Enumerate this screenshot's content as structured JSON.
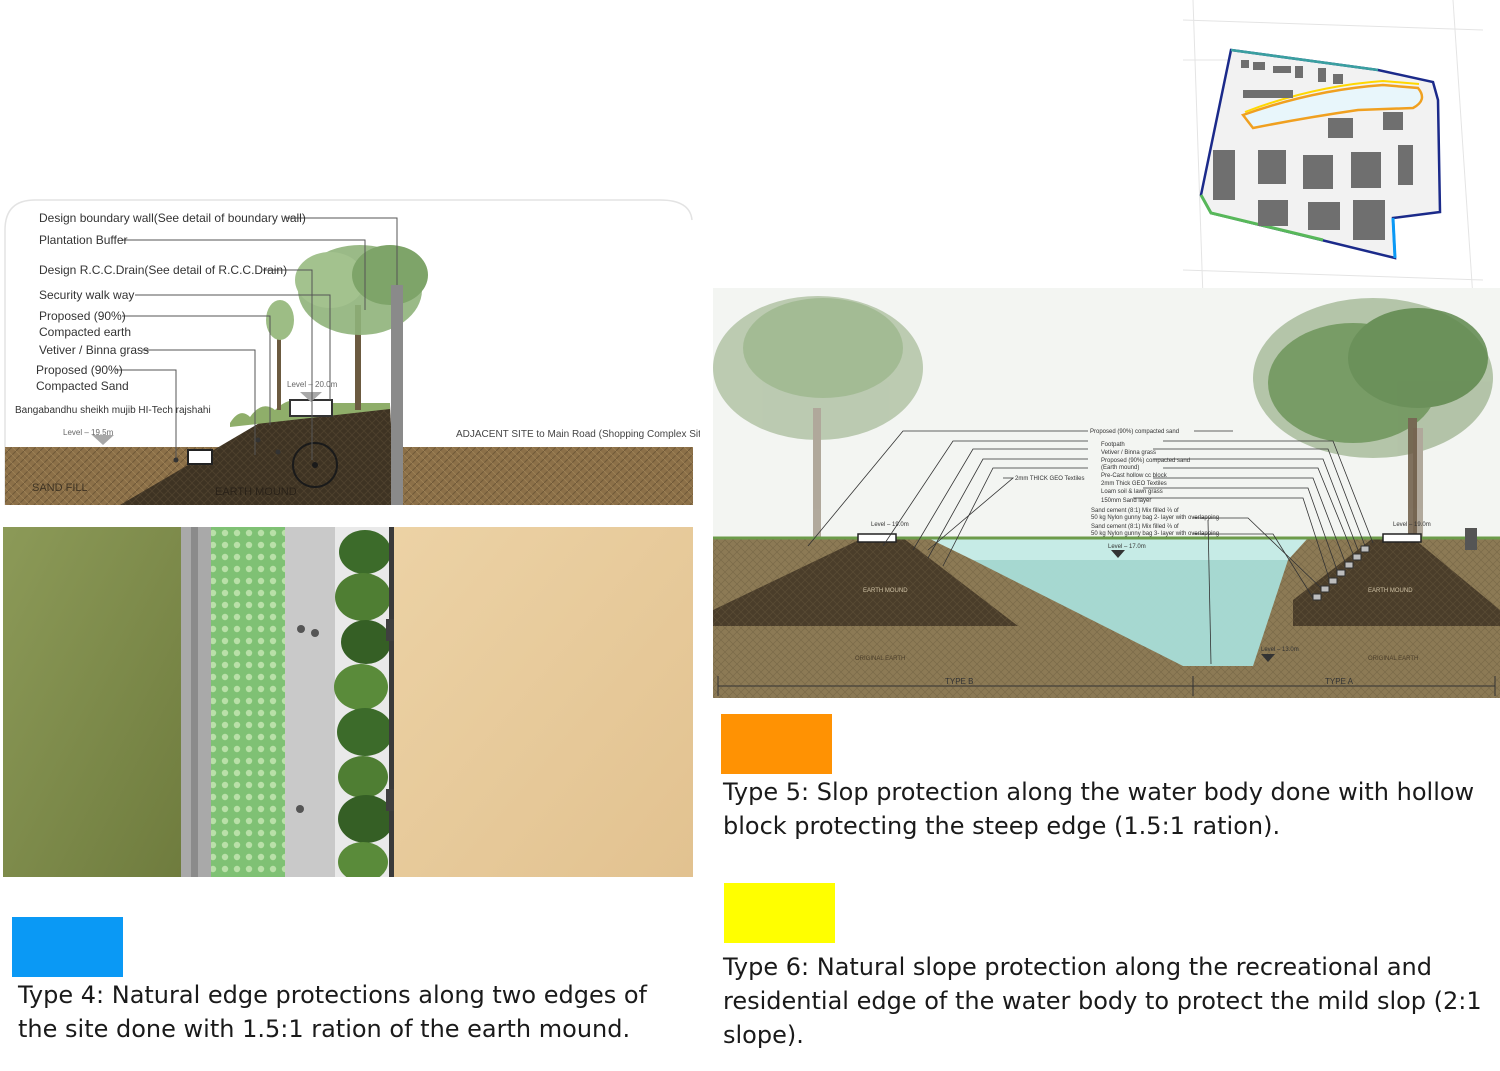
{
  "colors": {
    "type4_swatch": "#0a99f5",
    "type5_swatch": "#ff9203",
    "type6_swatch": "#ffff00",
    "earth_dark": "#3e3323",
    "earth_light": "#8c7048",
    "water": "#a8ddd8",
    "grass": "#7d8c4a",
    "sand": "#e7cb9c"
  },
  "section_type4": {
    "labels": {
      "boundary_wall": "Design boundary wall(See detail of boundary wall)",
      "plantation_buffer": "Plantation Buffer",
      "rcc_drain": "Design R.C.C.Drain(See detail of R.C.C.Drain)",
      "security_walk": "Security walk way",
      "compacted_earth_1": "Proposed (90%)",
      "compacted_earth_2": "Compacted earth",
      "vetiver": "Vetiver / Binna grass",
      "compacted_sand_1": "Proposed (90%)",
      "compacted_sand_2": "Compacted Sand",
      "site_name": "Bangabandhu sheikh mujib HI-Tech rajshahi",
      "level_low": "Level – 19.5m",
      "level_high": "Level – 20.0m",
      "adjacent_site": "ADJACENT SITE to Main Road (Shopping Complex Site)",
      "sand_fill": "SAND FILL",
      "earth_mound": "EARTH MOUND"
    }
  },
  "section_type56": {
    "labels": {
      "l1": "Proposed (90%) compacted sand",
      "l2": "Footpath",
      "l3": "Vetiver / Binna grass",
      "l4": "Proposed (90%) compacted sand",
      "l5": "(Earth mound)",
      "l6": "Pre-Cast hollow cc block",
      "l7": "2mm Thick GEO Textiles",
      "l8": "Loam soil & lawn grass",
      "l9": "150mm Sand layer",
      "l10": "Sand cement (8:1) Mix filled ⅔ of",
      "l11": "50 kg Nylon gunny bag 2- layer with overlapping",
      "l12": "Sand cement (8:1) Mix filled ⅔ of",
      "l13": "50 kg Nylon gunny bag 3- layer with overlapping",
      "geo_left": "2mm THICK GEO Textiles",
      "level_left": "Level – 19.0m",
      "level_right": "Level – 19.0m",
      "level_water": "Level – 17.0m",
      "level_bottom": "Level – 13.0m",
      "earth_mound_left": "EARTH MOUND",
      "earth_mound_right": "EARTH MOUND",
      "original_earth_left": "ORIGINAL EARTH",
      "original_earth_right": "ORIGINAL EARTH",
      "type_b": "TYPE B",
      "type_a": "TYPE A"
    }
  },
  "captions": {
    "type4": "Type 4: Natural edge protections along two edges of the site done with 1.5:1 ration of the earth mound.",
    "type5": "Type 5: Slop protection along the water body done with hollow block protecting the steep edge (1.5:1 ration).",
    "type6": "Type 6: Natural slope protection along the recreational and residential edge of the water body to protect the mild slop (2:1 slope)."
  }
}
